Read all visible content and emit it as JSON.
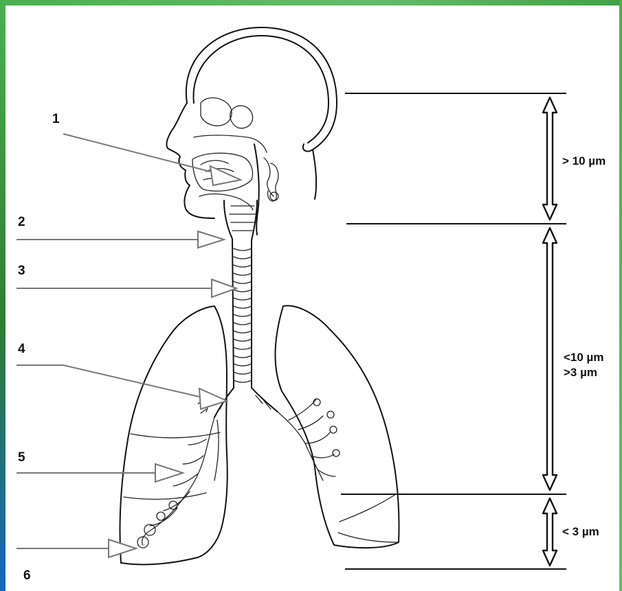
{
  "labels": {
    "l1": "1",
    "l2": "2",
    "l3": "3",
    "l4": "4",
    "l5": "5",
    "l6": "6"
  },
  "size_ranges": {
    "upper": "> 10 µm",
    "middle_line1": "<10 µm",
    "middle_line2": ">3 µm",
    "lower": "< 3 µm"
  },
  "colors": {
    "frame_green": "#4caf50",
    "frame_blue": "#1565c0",
    "ink": "#111111",
    "pointer_grey": "#777777"
  }
}
